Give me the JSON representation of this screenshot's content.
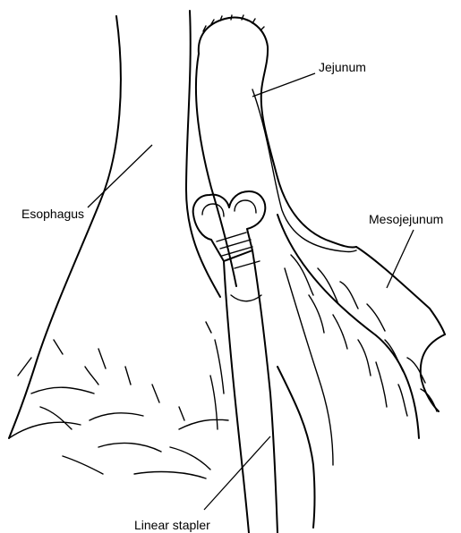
{
  "labels": {
    "jejunum": "Jejunum",
    "esophagus": "Esophagus",
    "mesojejunum": "Mesojejunum",
    "linear_stapler": "Linear stapler"
  },
  "colors": {
    "ink": "#000000",
    "background": "#ffffff"
  }
}
